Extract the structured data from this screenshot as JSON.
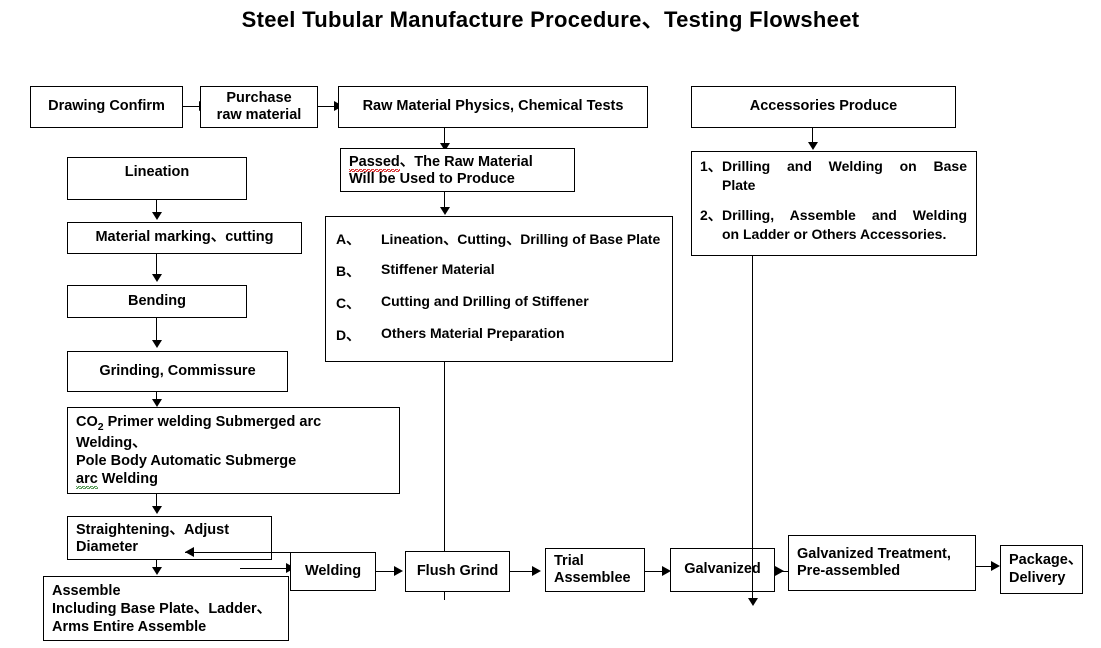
{
  "page": {
    "title": "Steel Tubular Manufacture Procedure、Testing Flowsheet",
    "background": "#ffffff",
    "line_color": "#000000"
  },
  "nodes": {
    "drawing_confirm": "Drawing Confirm",
    "purchase_raw_material_l1": "Purchase",
    "purchase_raw_material_l2": "raw material",
    "raw_material_tests": "Raw Material Physics, Chemical Tests",
    "passed_note_l1": "Passed、The Raw Material",
    "passed_note_l1_flag": "Passed",
    "passed_note_l1_rest": "、The Raw Material",
    "passed_note_l2": "Will be Used to Produce",
    "lineation": "Lineation",
    "material_marking": "Material marking、cutting",
    "bending": "Bending",
    "grinding": "Grinding, Commissure",
    "co2_l1_pre": "CO",
    "co2_l1_sub": "2",
    "co2_l1_post": " Primer welding Submerged arc",
    "co2_l2": "Welding、",
    "co2_l3": "Pole Body Automatic Submerge",
    "co2_l4_flag": "arc",
    "co2_l4_rest": " Welding",
    "straightening_l1": "Straightening、Adjust",
    "straightening_l2": "Diameter",
    "assemble_l1": "Assemble",
    "assemble_l2": "Including Base Plate、Ladder、",
    "assemble_l3": "Arms Entire Assemble",
    "welding": "Welding",
    "flush_grind": "Flush Grind",
    "trial_assemblee_l1": "Trial",
    "trial_assemblee_l2": "Assemblee",
    "galvanized": "Galvanized",
    "galvanized_treatment_l1": "Galvanized Treatment,",
    "galvanized_treatment_l2": "Pre-assembled",
    "package_l1": "Package、",
    "package_l2": "Delivery",
    "accessories_produce": "Accessories Produce"
  },
  "material_prep_list": {
    "items": [
      {
        "key": "A、",
        "text": "Lineation、Cutting、Drilling of Base Plate"
      },
      {
        "key": "B、",
        "text": "Stiffener Material"
      },
      {
        "key": "C、",
        "text": "Cutting and Drilling of Stiffener"
      },
      {
        "key": "D、",
        "text": "Others Material Preparation"
      }
    ]
  },
  "accessories_list": {
    "items": [
      {
        "key": "1、",
        "line1": "Drilling and Welding on Base",
        "line2": "Plate"
      },
      {
        "key": "2、",
        "line1": "Drilling, Assemble and Welding",
        "line2": "on Ladder or Others Accessories."
      }
    ]
  }
}
